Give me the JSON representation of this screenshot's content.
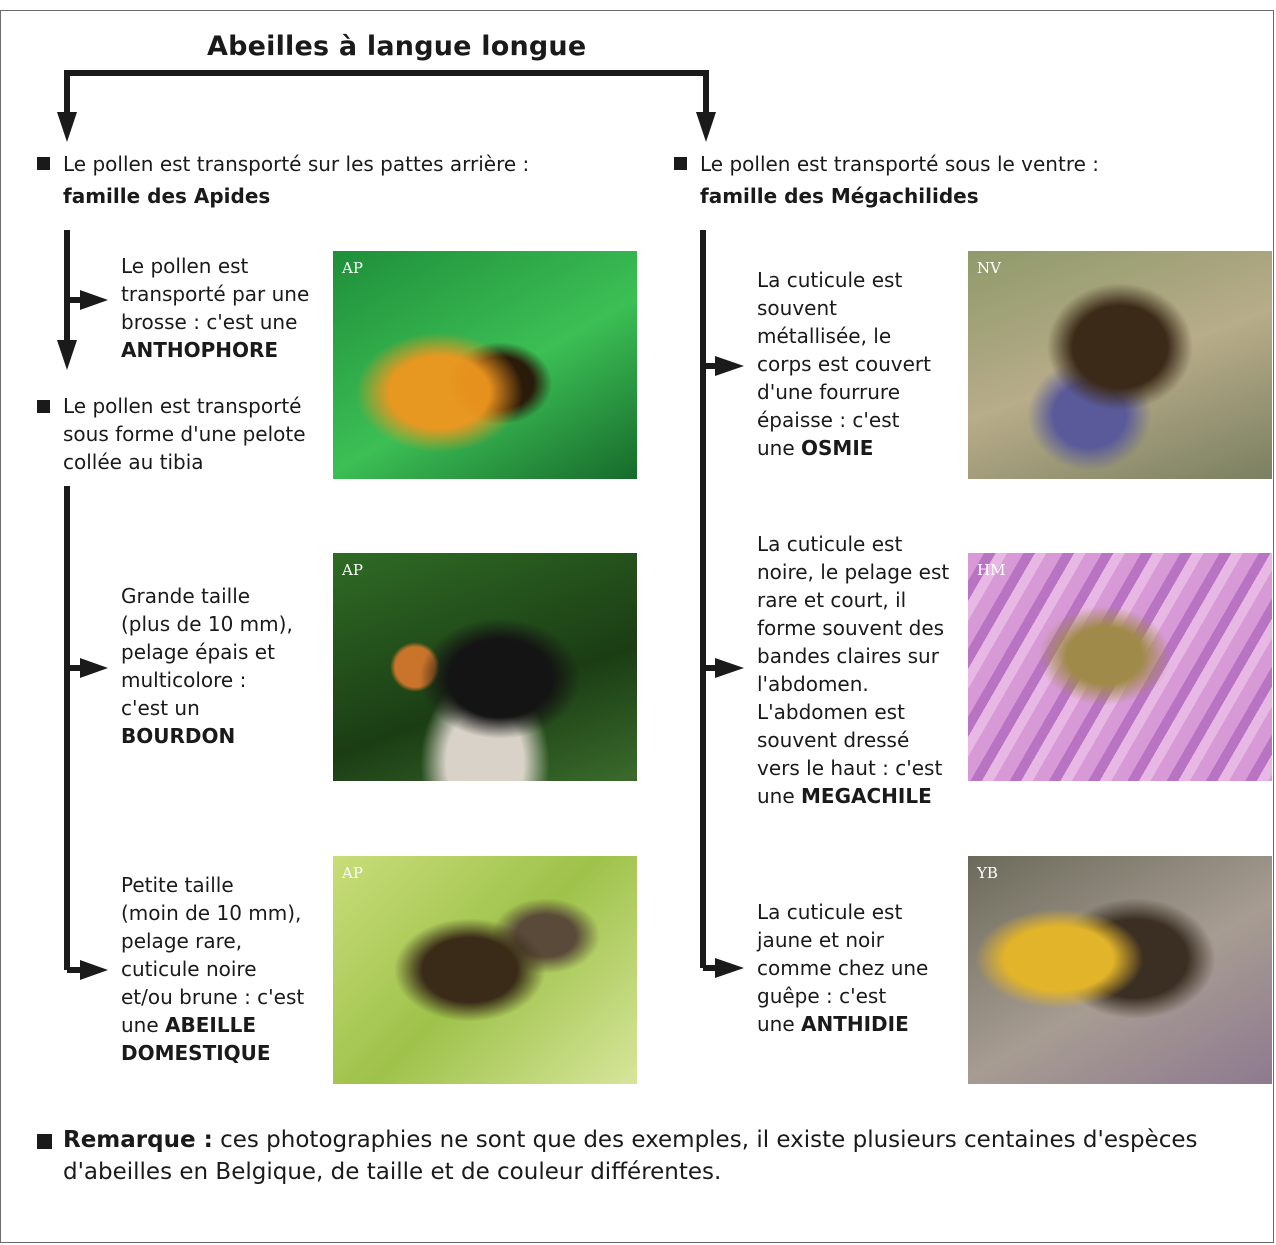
{
  "title": "Abeilles à langue longue",
  "apides": {
    "intro": "Le pollen est transporté sur les pattes arrière :",
    "family": "famille des Apides",
    "anthophore": {
      "lines": [
        "Le pollen est",
        "transporté par une",
        "brosse : c'est une"
      ],
      "name": "ANTHOPHORE",
      "credit": "AP"
    },
    "pelote": {
      "lines": [
        "Le pollen est transporté",
        "sous forme d'une pelote",
        "collée au tibia"
      ]
    },
    "bourdon": {
      "lines": [
        "Grande taille",
        "(plus de 10 mm),",
        "pelage épais et",
        "multicolore :",
        "c'est un"
      ],
      "name": "BOURDON",
      "credit": "AP"
    },
    "abeille": {
      "lines": [
        "Petite taille",
        "(moin de 10 mm),",
        "pelage rare,",
        "cuticule noire",
        "et/ou brune : c'est"
      ],
      "prefix": "une",
      "name1": "ABEILLE",
      "name2": "DOMESTIQUE",
      "credit": "AP"
    }
  },
  "megachilides": {
    "intro": "Le pollen est transporté sous le ventre :",
    "family": "famille des Mégachilides",
    "osmie": {
      "lines": [
        "La cuticule est",
        "souvent",
        "métallisée, le",
        "corps est couvert",
        "d'une fourrure",
        "épaisse : c'est"
      ],
      "prefix": "une",
      "name": "OSMIE",
      "credit": "NV"
    },
    "megachile": {
      "lines": [
        "La cuticule est",
        "noire, le pelage est",
        "rare et court, il",
        "forme souvent des",
        "bandes claires sur",
        "l'abdomen.",
        "L'abdomen est",
        "souvent dressé",
        "vers le haut : c'est"
      ],
      "prefix": "une",
      "name": "MEGACHILE",
      "credit": "HM"
    },
    "anthidie": {
      "lines": [
        "La cuticule est",
        "jaune et noir",
        "comme chez une",
        "guêpe : c'est"
      ],
      "prefix": "une",
      "name": "ANTHIDIE",
      "credit": "YB"
    }
  },
  "remarque": {
    "label": "Remarque :",
    "text1": "ces photographies ne sont que des exemples, il existe plusieurs centaines d'espèces",
    "text2": "d'abeilles en Belgique, de taille et de couleur différentes."
  }
}
